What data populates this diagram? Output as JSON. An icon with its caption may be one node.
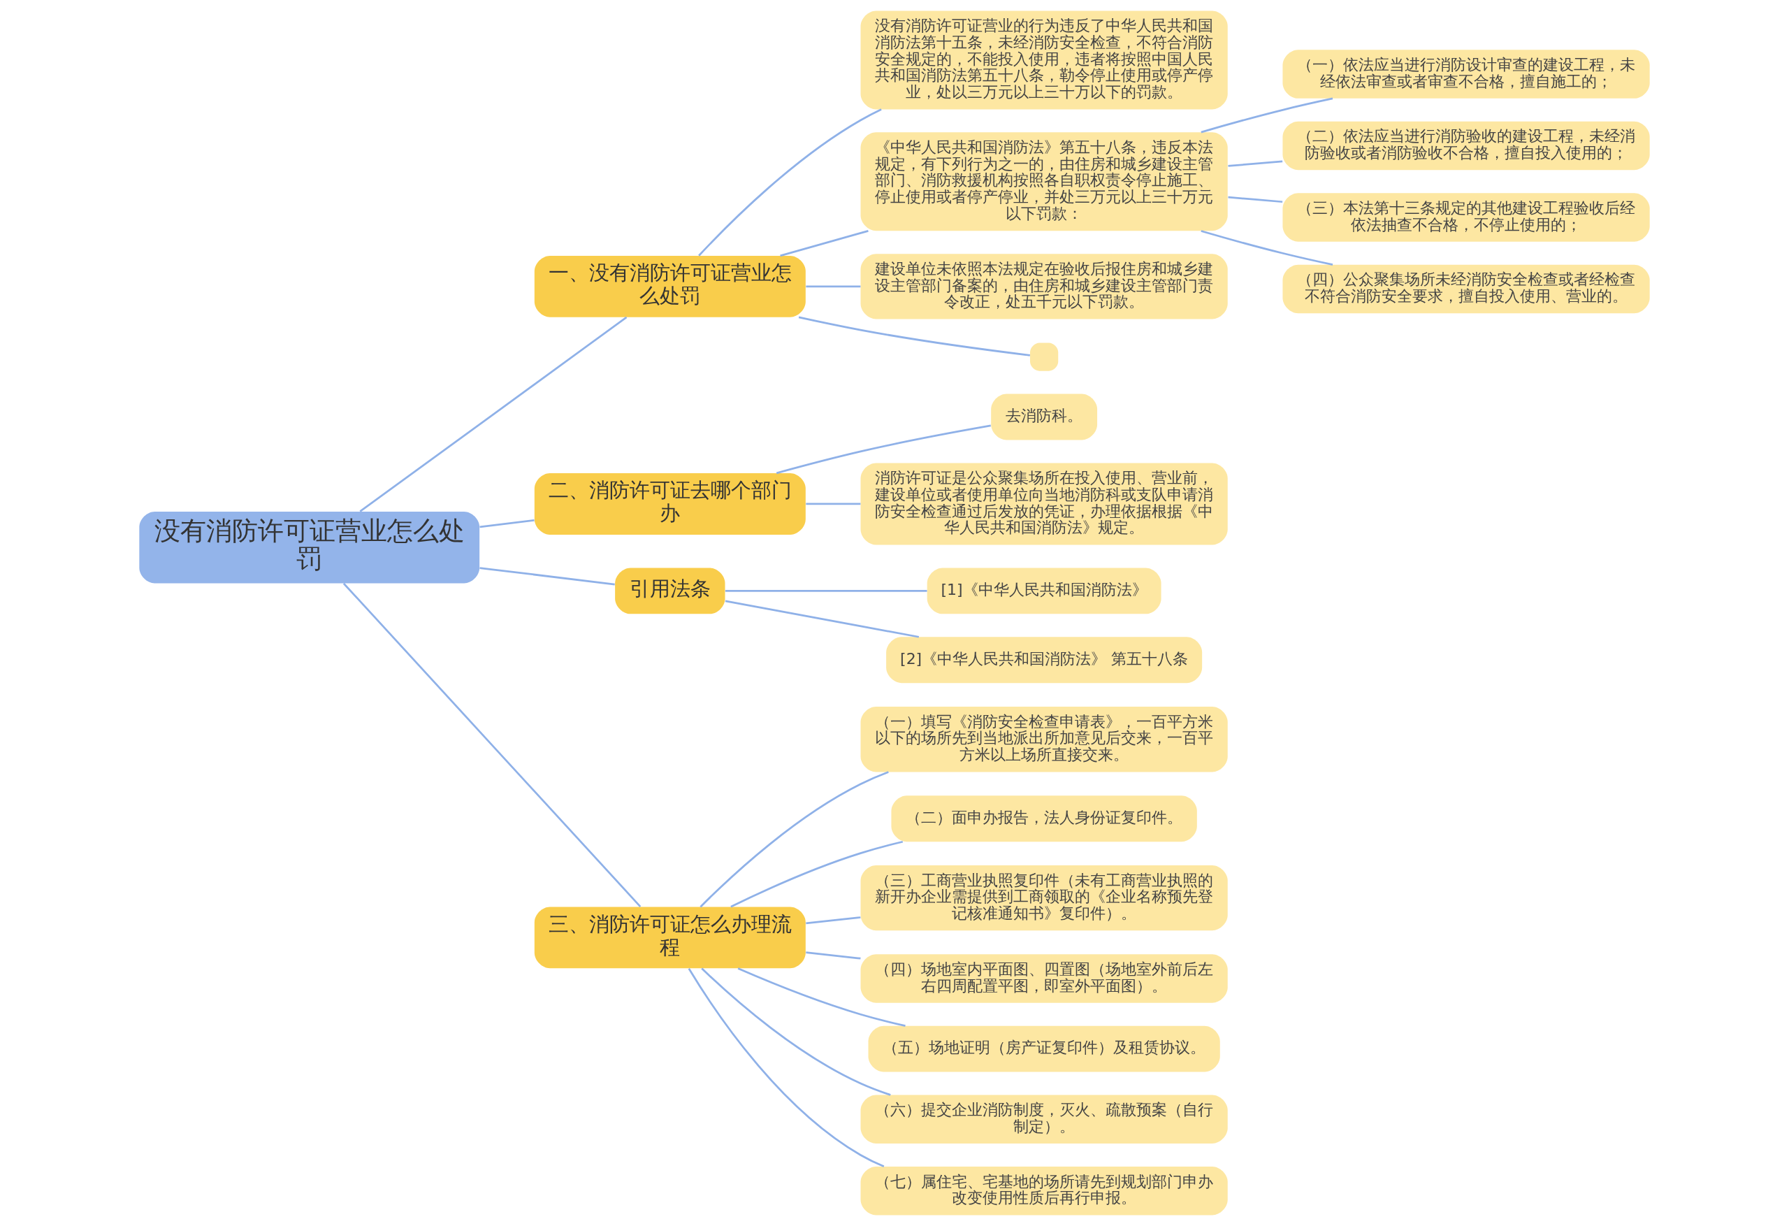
{
  "diagram": {
    "nodes": [
      {
        "text": [
          "没有消防许可证营业怎么处罚"
        ]
      },
      {
        "text": [
          "一、没有消防许可证营业怎么处罚"
        ]
      },
      {
        "text": [
          "没有消防许可证营业的行为违反了中华人民共和国消防法第十五条，未经消防安全检查，不符合消防安全规定的，不能投入使用，违者将按照中国人民共和国消防法第五十八条，勒令停止使用或停产停业，处以三万元以上三十万以下的罚款。"
        ]
      },
      {
        "text": [
          "《中华人民共和国消防法》第五十八条，违反本法规定，有下列行为之一的，由住房和城乡建设主管部门、消防救援机构按照各自职权责令停止施工、停止使用或者停产停业，并处三万元以上三十万元以下罚款："
        ]
      },
      {
        "text": [
          "（一）依法应当进行消防设计审查的建设工程，未经依法审查或者审查不合格，擅自施工的；"
        ]
      },
      {
        "text": [
          "（二）依法应当进行消防验收的建设工程，未经消防验收或者消防验收不合格，擅自投入使用的；"
        ]
      },
      {
        "text": [
          "（三）本法第十三条规定的其他建设工程验收后经依法抽查不合格，不停止使用的；"
        ]
      },
      {
        "text": [
          "（四）公众聚集场所未经消防安全检查或者经检查不符合消防安全要求，擅自投入使用、营业的。"
        ]
      },
      {
        "text": [
          "建设单位未依照本法规定在验收后报住房和城乡建设主管部门备案的，由住房和城乡建设主管部门责令改正，处五千元以下罚款。"
        ]
      },
      {
        "text": [],
        "shape": "box"
      },
      {
        "text": [
          "二、消防许可证去哪个部门办"
        ]
      },
      {
        "text": [
          "去消防科。"
        ]
      },
      {
        "text": [
          "消防许可证是公众聚集场所在投入使用、营业前，建设单位或者使用单位向当地消防科或支队申请消防安全检查通过后发放的凭证，办理依据根据《中华人民共和国消防法》规定。"
        ]
      },
      {
        "text": [
          "引用法条"
        ]
      },
      {
        "text": [
          "[1]《中华人民共和国消防法》"
        ]
      },
      {
        "text": [
          "[2]《中华人民共和国消防法》 第五十八条"
        ]
      },
      {
        "text": [
          "三、消防许可证怎么办理流程"
        ]
      },
      {
        "text": [
          "（一）填写《消防安全检查申请表》，一百平方米以下的场所先到当地派出所加意见后交来，一百平方米以上场所直接交来。"
        ]
      },
      {
        "text": [
          "（二）面申办报告，法人身份证复印件。"
        ]
      },
      {
        "text": [
          "（三）工商营业执照复印件（未有工商营业执照的新开办企业需提供到工商领取的《企业名称预先登记核准通知书》复印件）。"
        ]
      },
      {
        "text": [
          "（四）场地室内平面图、四置图（场地室外前后左右四周配置平图，即室外平面图）。"
        ]
      },
      {
        "text": [
          "（五）场地证明（房产证复印件）及租赁协议。"
        ]
      },
      {
        "text": [
          "（六）提交企业消防制度，灭火、疏散预案（自行制定）。"
        ]
      },
      {
        "text": [
          "（七）属住宅、宅基地的场所请先到规划部门申办改变使用性质后再行申报。"
        ]
      }
    ],
    "edges": [
      {
        "from": 0,
        "to": 1,
        "arrow": "none"
      },
      {
        "from": 1,
        "to": 2,
        "arrow": "none"
      },
      {
        "from": 1,
        "to": 3,
        "arrow": "none"
      },
      {
        "from": 3,
        "to": 4,
        "arrow": "none"
      },
      {
        "from": 3,
        "to": 5,
        "arrow": "none"
      },
      {
        "from": 3,
        "to": 6,
        "arrow": "none"
      },
      {
        "from": 3,
        "to": 7,
        "arrow": "none"
      },
      {
        "from": 1,
        "to": 8,
        "arrow": "none"
      },
      {
        "from": 1,
        "to": 9,
        "arrow": "none"
      },
      {
        "from": 0,
        "to": 10,
        "arrow": "none"
      },
      {
        "from": 10,
        "to": 11,
        "arrow": "none"
      },
      {
        "from": 10,
        "to": 12,
        "arrow": "none"
      },
      {
        "from": 0,
        "to": 13,
        "arrow": "none"
      },
      {
        "from": 13,
        "to": 14,
        "arrow": "none"
      },
      {
        "from": 13,
        "to": 15,
        "arrow": "none"
      },
      {
        "from": 0,
        "to": 16,
        "arrow": "none"
      },
      {
        "from": 16,
        "to": 17,
        "arrow": "none"
      },
      {
        "from": 16,
        "to": 18,
        "arrow": "none"
      },
      {
        "from": 16,
        "to": 19,
        "arrow": "none"
      },
      {
        "from": 16,
        "to": 20,
        "arrow": "none"
      },
      {
        "from": 16,
        "to": 21,
        "arrow": "none"
      },
      {
        "from": 16,
        "to": 22,
        "arrow": "none"
      },
      {
        "from": 16,
        "to": 23,
        "arrow": "none"
      }
    ]
  }
}
